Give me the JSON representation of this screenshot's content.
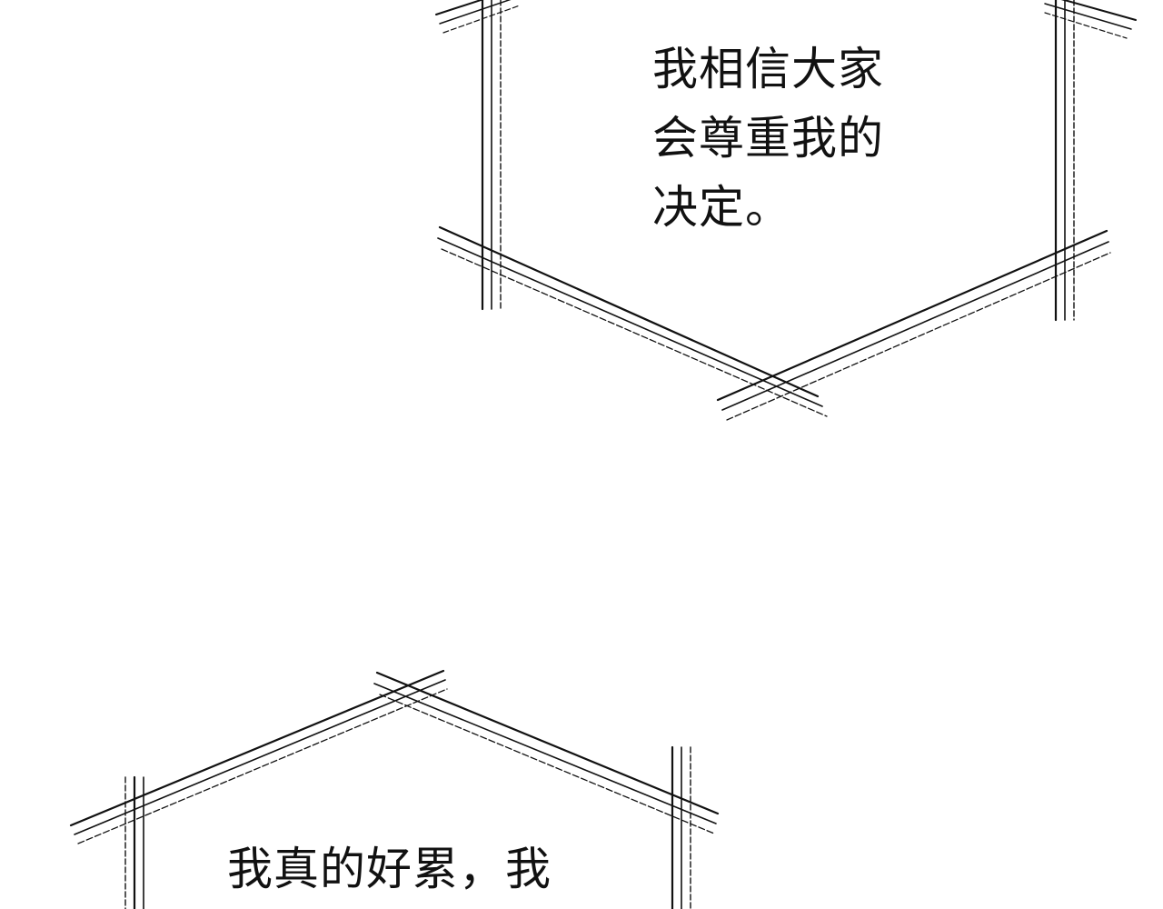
{
  "panel": {
    "bubbles": [
      {
        "lines": [
          "我相信大家",
          "会尊重我的",
          "决定。"
        ]
      },
      {
        "lines": [
          "我真的好累，我"
        ]
      }
    ]
  }
}
